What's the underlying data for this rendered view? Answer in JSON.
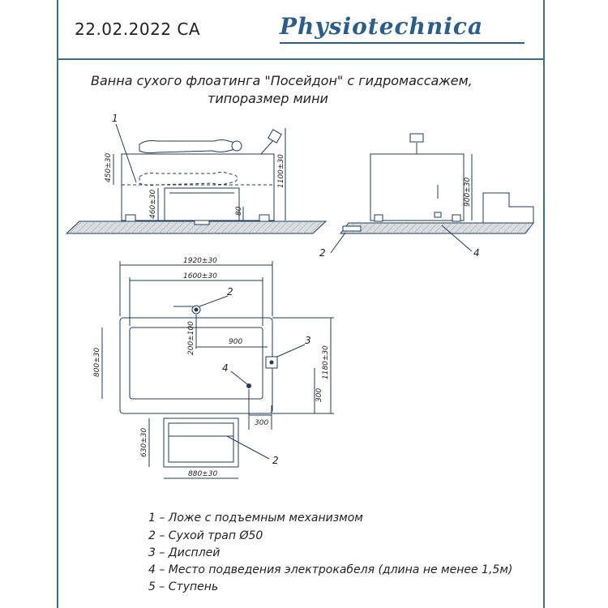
{
  "header": {
    "date_code": "22.02.2022 СА",
    "brand": "Physiotechnica"
  },
  "title": {
    "line1": "Ванна сухого флоатинга \"Посейдон\" с гидромассажем,",
    "line2": "типоразмер мини"
  },
  "side_view": {
    "callout": "1",
    "dims": {
      "height_upper": "450±30",
      "height_lower": "460±30",
      "leg": "80",
      "total_height": "1100±30"
    }
  },
  "front_view": {
    "dims": {
      "height": "900±30"
    },
    "callouts": [
      "2",
      "4"
    ]
  },
  "plan_view": {
    "dims": {
      "outer_width": "1920±30",
      "inner_width": "1600±30",
      "drain_offset": "200±100",
      "drain_x": "900",
      "inner_height": "800±30",
      "outer_height": "1180±30",
      "display_y": "300",
      "display_x": "300"
    },
    "callouts": [
      "2",
      "3",
      "4"
    ]
  },
  "step_view": {
    "dims": {
      "depth": "630±30",
      "width": "880±30"
    },
    "callout": "2"
  },
  "legend": [
    "1 – Ложе с подъемным механизмом",
    "2 – Сухой трап Ø50",
    "3 – Дисплей",
    "4 – Место подведения электрокабеля (длина не менее 1,5м)",
    "5 – Ступень"
  ],
  "colors": {
    "frame": "#3b6e86",
    "line": "#1f3b5a",
    "floor": "#d9dde0"
  }
}
